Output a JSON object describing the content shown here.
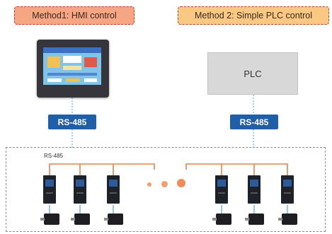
{
  "method1": {
    "label": "Method1: HMI control"
  },
  "method2": {
    "label": "Method 2: Simple PLC control"
  },
  "plc": {
    "label": "PLC"
  },
  "rs485_badge_left": {
    "label": "RS-485"
  },
  "rs485_badge_right": {
    "label": "RS-485"
  },
  "bus": {
    "label": "RS-485"
  },
  "colors": {
    "method1_fill": "#f6a682",
    "method2_fill": "#f9c883",
    "tag_border": "#c0392b",
    "badge_blue": "#1f5fa8",
    "bus_orange": "#e0844f",
    "drop_line_blue": "#4fa3dc"
  }
}
